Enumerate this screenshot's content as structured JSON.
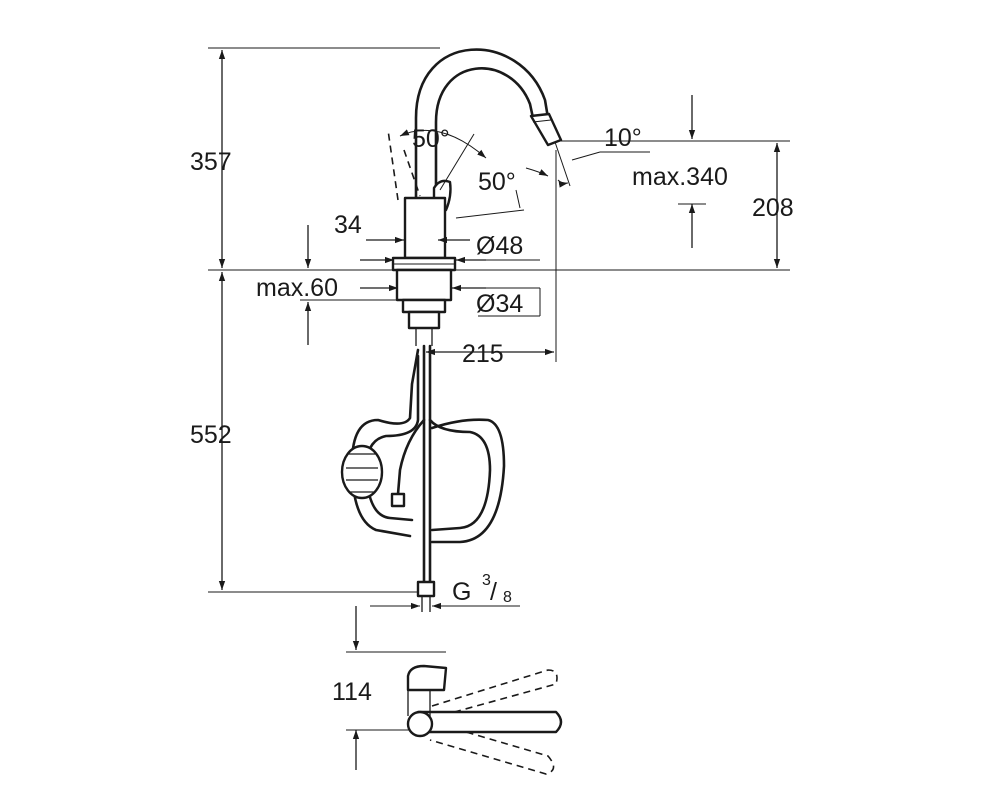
{
  "dimensions": {
    "top_height": "357",
    "bottom_height": "552",
    "deg50_upper": "50°",
    "deg50_lower": "50°",
    "deg10": "10°",
    "max340": "max.340",
    "h208": "208",
    "d34": "34",
    "dia48": "Ø48",
    "max60": "max.60",
    "dia34": "Ø34",
    "reach215": "215",
    "thread_g": "G",
    "thread_num": "3",
    "thread_den": "8",
    "h114": "114"
  },
  "colors": {
    "line": "#1a1a1a",
    "background": "#ffffff"
  }
}
